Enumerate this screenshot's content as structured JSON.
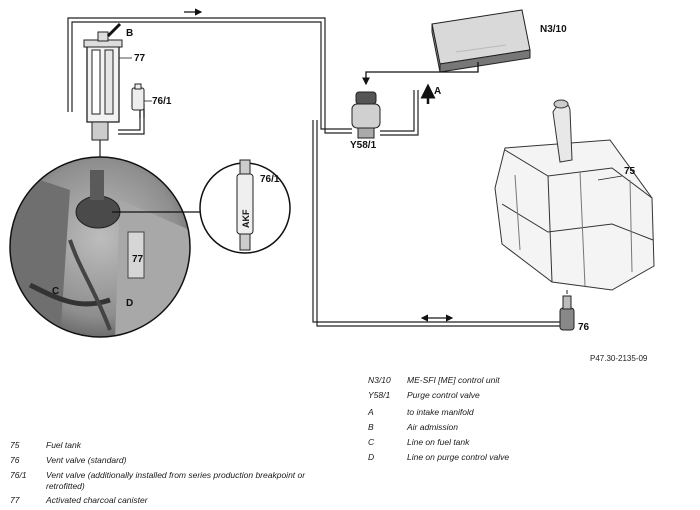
{
  "labels": {
    "n3_10": "N3/10",
    "b": "B",
    "a": "A",
    "l77_top": "77",
    "l76_1_top": "76/1",
    "y58_1": "Y58/1",
    "l75": "75",
    "l76_1_detail": "76/1",
    "akf": "AKF",
    "l77_photo": "77",
    "c": "C",
    "d": "D",
    "l76": "76"
  },
  "reference_code": "P47.30-2135-09",
  "legend_right": [
    {
      "code": "N3/10",
      "text": "ME-SFI [ME] control unit"
    },
    {
      "code": "Y58/1",
      "text": "Purge control valve"
    },
    {
      "code": "A",
      "text": "to intake manifold"
    },
    {
      "code": "B",
      "text": "Air admission"
    },
    {
      "code": "C",
      "text": "Line on fuel tank"
    },
    {
      "code": "D",
      "text": "Line on purge control valve"
    }
  ],
  "legend_left": [
    {
      "code": "75",
      "text": "Fuel tank"
    },
    {
      "code": "76",
      "text": "Vent valve (standard)"
    },
    {
      "code": "76/1",
      "text": "Vent valve (additionally installed from series production breakpoint or retrofitted)"
    },
    {
      "code": "77",
      "text": "Activated charcoal canister"
    }
  ]
}
